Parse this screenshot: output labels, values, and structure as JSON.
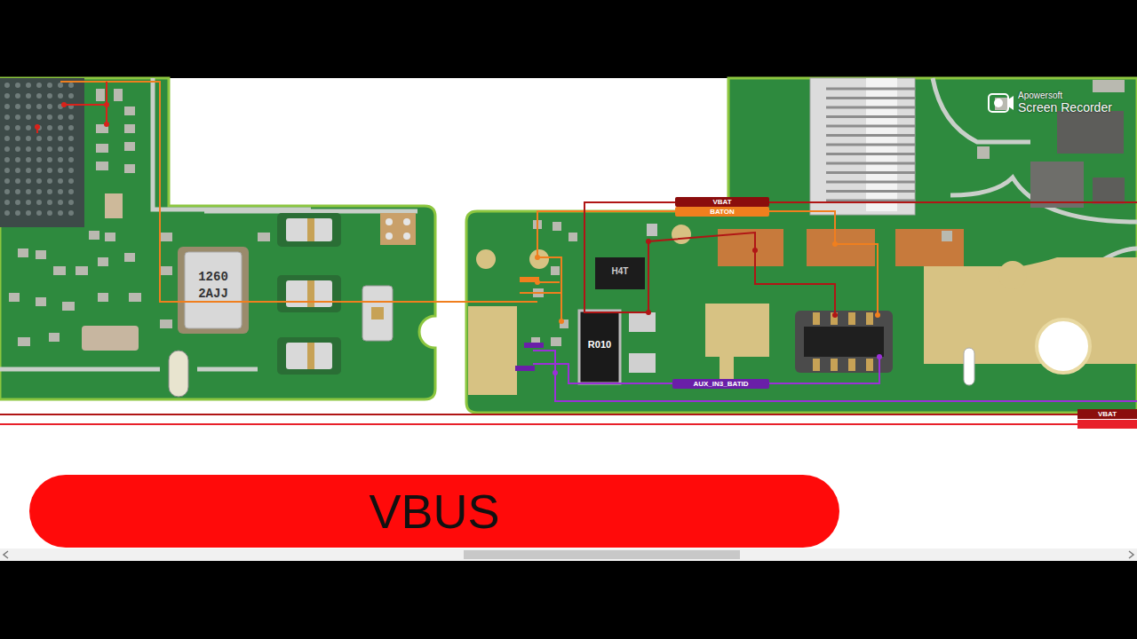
{
  "diagram": {
    "nodes": [
      {
        "text": [
          "VBAT"
        ]
      },
      {
        "text": [
          "BATON"
        ]
      },
      {
        "text": [
          "AUX_IN3_BATID"
        ]
      },
      {
        "text": [
          "VBAT"
        ]
      },
      {
        "text": [
          "VBUS"
        ]
      }
    ],
    "labels": [
      "1260",
      "2AJJ",
      "R010",
      "H4T",
      "Apowersoft",
      "Screen Recorder"
    ]
  }
}
